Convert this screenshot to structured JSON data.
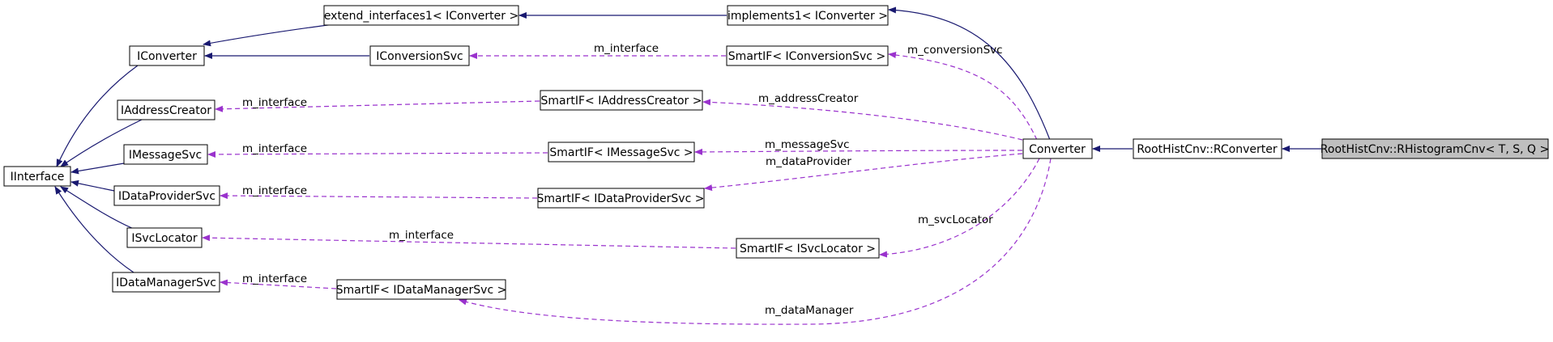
{
  "diagram": {
    "nodes": {
      "extend_interfaces": "extend_interfaces1< IConverter >",
      "implements": "implements1< IConverter >",
      "iconverter": "IConverter",
      "iconversionsvc": "IConversionSvc",
      "smartif_conversionsvc": "SmartIF< IConversionSvc >",
      "iaddresscreator": "IAddressCreator",
      "smartif_addresscreator": "SmartIF< IAddressCreator >",
      "imessagesvc": "IMessageSvc",
      "smartif_messagesvc": "SmartIF< IMessageSvc >",
      "converter": "Converter",
      "rconverter": "RootHistCnv::RConverter",
      "rhistogramcnv": "RootHistCnv::RHistogramCnv< T, S, Q >",
      "iinterface": "IInterface",
      "idataprovidersvc": "IDataProviderSvc",
      "smartif_dataprovidersvc": "SmartIF< IDataProviderSvc >",
      "isvclocator": "ISvcLocator",
      "smartif_svclocator": "SmartIF< ISvcLocator >",
      "idatamanagersvc": "IDataManagerSvc",
      "smartif_datamanagersvc": "SmartIF< IDataManagerSvc >"
    },
    "edge_labels": {
      "conversion_interface": "m_interface",
      "conversionsvc": "m_conversionSvc",
      "addresscreator_interface": "m_interface",
      "addresscreator": "m_addressCreator",
      "messagesvc_interface": "m_interface",
      "messagesvc": "m_messageSvc",
      "dataprovider": "m_dataProvider",
      "dataprovider_interface": "m_interface",
      "svclocator": "m_svcLocator",
      "svclocator_interface": "m_interface",
      "datamanager_interface": "m_interface",
      "datamanager": "m_dataManager"
    },
    "colors": {
      "inheritance_edge": "#191970",
      "usage_edge": "#9a32cd",
      "focus_node_fill": "#bfbfbf",
      "node_fill": "#ffffff"
    }
  }
}
